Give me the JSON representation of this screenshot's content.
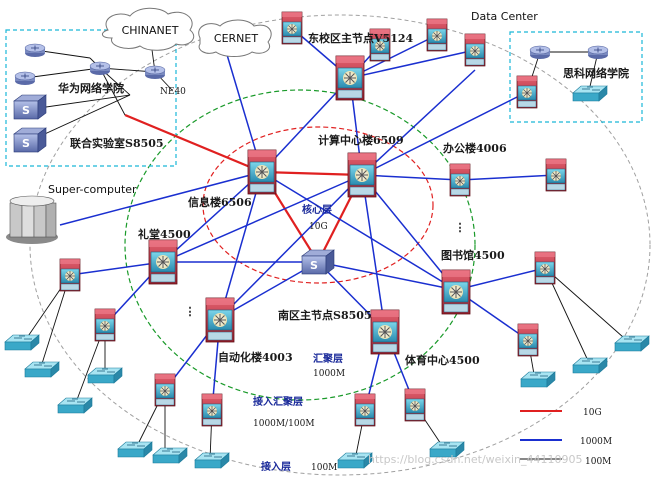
{
  "clouds": {
    "chinanet": "CHINANET",
    "cernet": "CERNET"
  },
  "labels": {
    "east_campus": "东校区主节点V5124",
    "data_center": "Data Center",
    "cisco_academy": "思科网络学院",
    "huawei_academy": "华为网络学院",
    "ne40": "NE40",
    "joint_lab": "联合实验室S8505",
    "super_computer": "Super-computer",
    "compute_center": "计算中心楼6509",
    "info_building": "信息楼6506",
    "office_building": "办公楼4006",
    "core_layer": "核心层",
    "core_speed": "10G",
    "auditorium": "礼堂4500",
    "library": "图书馆4500",
    "south_node": "南区主节点S8505",
    "automation_building": "自动化楼4003",
    "sports_center": "体育中心4500",
    "aggregation_layer": "汇聚层",
    "aggregation_speed": "1000M",
    "access_aggregation_layer": "接入汇聚层",
    "access_aggregation_speed": "1000M/100M",
    "access_layer": "接入层",
    "access_speed": "100M",
    "ellipsis_left": "⋮",
    "ellipsis_right": "⋮"
  },
  "legend": [
    {
      "label": "10G",
      "color": "#e02020"
    },
    {
      "label": "1000M",
      "color": "#1a2fd0"
    },
    {
      "label": "100M",
      "color": "#111111"
    }
  ],
  "watermark": "https://blog.csdn.net/weixin_44110905",
  "colors": {
    "link_10g": "#e02020",
    "link_1000m": "#1a2fd0",
    "link_100m": "#111111",
    "router": "#8a9ad0",
    "l3switch": "#b0303a",
    "l3switch_top": "#d85060",
    "switch_access": "#3aa8c8",
    "region_box": "#1ab8d8",
    "core_ring": "#e02020",
    "agg_ring": "#1a9a2a",
    "outer_ring": "#9a9a9a"
  }
}
